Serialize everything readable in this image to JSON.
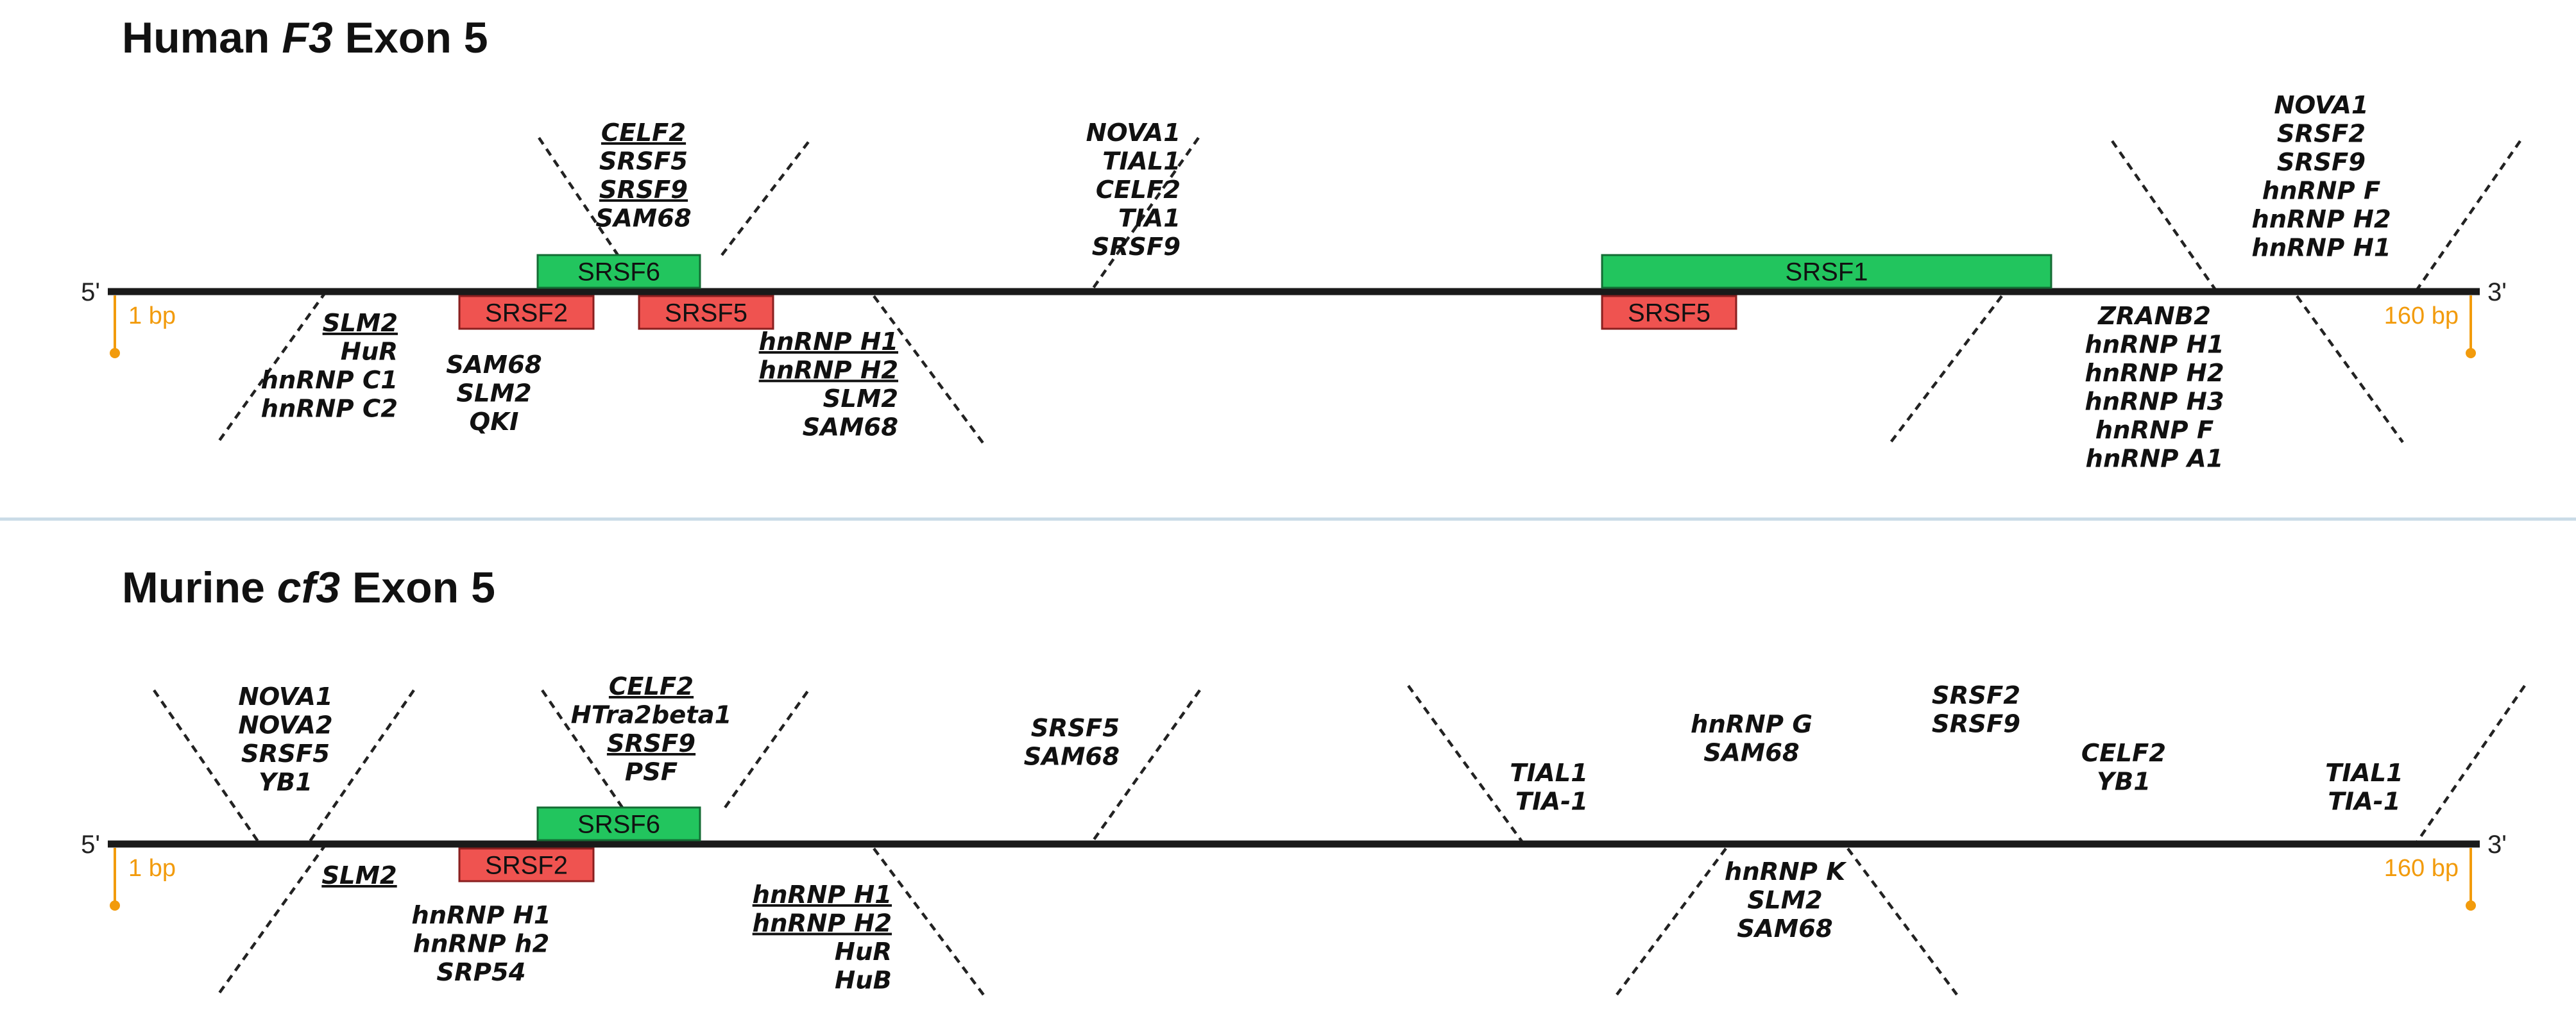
{
  "colors": {
    "enhancer": "#22c55e",
    "silencer": "#ef5350",
    "scale": "#f29b0c",
    "line": "#1a1a1a",
    "divider": "#c9dbe7"
  },
  "panels": [
    {
      "title_pre": "Human ",
      "title_gene": "F3",
      "title_post": " Exon 5",
      "five_prime": "5'",
      "three_prime": "3'",
      "start_bp": "1 bp",
      "end_bp": "160 bp",
      "boxes": [
        {
          "label": "SRSF6",
          "kind": "enhancer"
        },
        {
          "label": "SRSF1",
          "kind": "enhancer"
        },
        {
          "label": "SRSF2",
          "kind": "silencer"
        },
        {
          "label": "SRSF5",
          "kind": "silencer"
        },
        {
          "label": "SRSF5",
          "kind": "silencer"
        }
      ],
      "groups": [
        {
          "lines": [
            {
              "t": "CELF2",
              "u": true
            },
            {
              "t": "SRSF5",
              "u": false
            },
            {
              "t": "SRSF9",
              "u": true
            },
            {
              "t": "SAM68",
              "u": false
            }
          ]
        },
        {
          "lines": [
            {
              "t": "NOVA1",
              "u": false
            },
            {
              "t": "TIAL1",
              "u": false
            },
            {
              "t": "CELF2",
              "u": false
            },
            {
              "t": "TIA1",
              "u": false
            },
            {
              "t": "SRSF9",
              "u": false
            }
          ]
        },
        {
          "lines": [
            {
              "t": "NOVA1",
              "u": false
            },
            {
              "t": "SRSF2",
              "u": false
            },
            {
              "t": "SRSF9",
              "u": false
            },
            {
              "t": "hnRNP F",
              "u": false
            },
            {
              "t": "hnRNP H2",
              "u": false
            },
            {
              "t": "hnRNP H1",
              "u": false
            }
          ]
        },
        {
          "lines": [
            {
              "t": "SLM2",
              "u": true
            },
            {
              "t": "HuR",
              "u": false
            },
            {
              "t": "hnRNP C1",
              "u": false
            },
            {
              "t": "hnRNP C2",
              "u": false
            }
          ]
        },
        {
          "lines": [
            {
              "t": "SAM68",
              "u": false
            },
            {
              "t": "SLM2",
              "u": false
            },
            {
              "t": "QKI",
              "u": false
            }
          ]
        },
        {
          "lines": [
            {
              "t": "hnRNP H1",
              "u": true
            },
            {
              "t": "hnRNP H2",
              "u": true
            },
            {
              "t": "SLM2",
              "u": false
            },
            {
              "t": "SAM68",
              "u": false
            }
          ]
        },
        {
          "lines": [
            {
              "t": "ZRANB2",
              "u": false
            },
            {
              "t": "hnRNP H1",
              "u": false
            },
            {
              "t": "hnRNP H2",
              "u": false
            },
            {
              "t": "hnRNP H3",
              "u": false
            },
            {
              "t": "hnRNP F",
              "u": false
            },
            {
              "t": "hnRNP A1",
              "u": false
            }
          ]
        }
      ]
    },
    {
      "title_pre": "Murine ",
      "title_gene": "cf3",
      "title_post": " Exon 5",
      "five_prime": "5'",
      "three_prime": "3'",
      "start_bp": "1 bp",
      "end_bp": "160 bp",
      "boxes": [
        {
          "label": "SRSF6",
          "kind": "enhancer"
        },
        {
          "label": "SRSF2",
          "kind": "silencer"
        }
      ],
      "groups": [
        {
          "lines": [
            {
              "t": "NOVA1",
              "u": false
            },
            {
              "t": "NOVA2",
              "u": false
            },
            {
              "t": "SRSF5",
              "u": false
            },
            {
              "t": "YB1",
              "u": false
            }
          ]
        },
        {
          "lines": [
            {
              "t": "CELF2",
              "u": true
            },
            {
              "t": "HTra2beta1",
              "u": false
            },
            {
              "t": "SRSF9",
              "u": true
            },
            {
              "t": "PSF",
              "u": false
            }
          ]
        },
        {
          "lines": [
            {
              "t": "SRSF5",
              "u": false
            },
            {
              "t": "SAM68",
              "u": false
            }
          ]
        },
        {
          "lines": [
            {
              "t": "TIAL1",
              "u": false
            },
            {
              "t": "TIA-1",
              "u": false
            }
          ]
        },
        {
          "lines": [
            {
              "t": "hnRNP G",
              "u": false
            },
            {
              "t": "SAM68",
              "u": false
            }
          ]
        },
        {
          "lines": [
            {
              "t": "SRSF2",
              "u": false
            },
            {
              "t": "SRSF9",
              "u": false
            }
          ]
        },
        {
          "lines": [
            {
              "t": "CELF2",
              "u": false
            },
            {
              "t": "YB1",
              "u": false
            }
          ]
        },
        {
          "lines": [
            {
              "t": "TIAL1",
              "u": false
            },
            {
              "t": "TIA-1",
              "u": false
            }
          ]
        },
        {
          "lines": [
            {
              "t": "SLM2",
              "u": true
            }
          ]
        },
        {
          "lines": [
            {
              "t": "hnRNP H1",
              "u": false
            },
            {
              "t": "hnRNP h2",
              "u": false
            },
            {
              "t": "SRP54",
              "u": false
            }
          ]
        },
        {
          "lines": [
            {
              "t": "hnRNP H1",
              "u": true
            },
            {
              "t": "hnRNP H2",
              "u": true
            },
            {
              "t": "HuR",
              "u": false
            },
            {
              "t": "HuB",
              "u": false
            }
          ]
        },
        {
          "lines": [
            {
              "t": "hnRNP K",
              "u": false
            },
            {
              "t": "SLM2",
              "u": false
            },
            {
              "t": "SAM68",
              "u": false
            }
          ]
        }
      ]
    }
  ]
}
